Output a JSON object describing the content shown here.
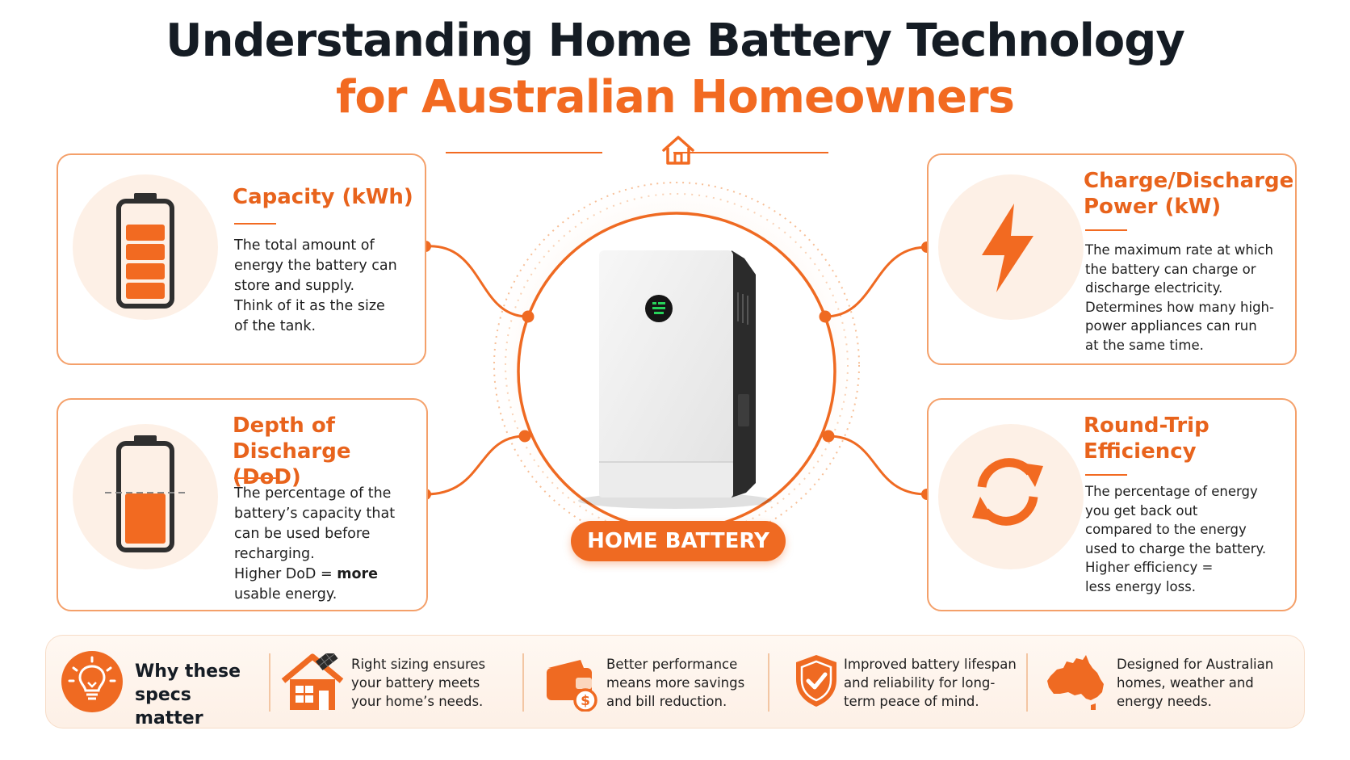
{
  "title": {
    "line1": "Understanding Home Battery Technology",
    "line2": "for Australian Homeowners"
  },
  "colors": {
    "accent": "#f26a21",
    "dark": "#151c24",
    "soft": "#fdf0e6"
  },
  "cards": {
    "capacity": {
      "icon": "battery-full-icon",
      "heading": "Capacity (kWh)",
      "lines": [
        "The total amount of",
        "energy the battery can",
        "store and supply.",
        "Think of it as the size",
        "of the tank."
      ]
    },
    "dod": {
      "icon": "battery-half-icon",
      "heading_line1": "Depth of Discharge",
      "heading_line2": "(DoD)",
      "lines": [
        "The percentage of the",
        "battery’s capacity that",
        "can be used before",
        "recharging."
      ],
      "line5_prefix": "Higher DoD = ",
      "line5_bold": "more",
      "line6": "usable energy."
    },
    "power": {
      "icon": "lightning-bolt-icon",
      "heading_line1": "Charge/Discharge",
      "heading_line2": "Power (kW)",
      "lines": [
        "The maximum rate at which",
        "the battery can charge or",
        "discharge electricity.",
        "Determines how many high-",
        "power appliances can run",
        "at the same time."
      ]
    },
    "efficiency": {
      "icon": "refresh-arrows-icon",
      "heading_line1": "Round-Trip",
      "heading_line2": "Efficiency",
      "lines": [
        "The percentage of energy",
        "you get back out",
        "compared to the energy",
        "used to charge the battery.",
        "Higher efficiency =",
        "less energy loss."
      ]
    }
  },
  "center": {
    "badge": "HOME BATTERY"
  },
  "footer": {
    "why_line1": "Why these",
    "why_line2": "specs matter",
    "items": [
      {
        "icon": "solar-house-icon",
        "lines": [
          "Right sizing ensures",
          "your battery meets",
          "your home’s needs."
        ]
      },
      {
        "icon": "wallet-savings-icon",
        "lines": [
          "Better performance",
          "means more savings",
          "and bill reduction."
        ]
      },
      {
        "icon": "shield-check-icon",
        "lines": [
          "Improved battery lifespan",
          "and reliability for long-",
          "term peace of mind."
        ]
      },
      {
        "icon": "australia-map-icon",
        "lines": [
          "Designed for Australian",
          "homes, weather and",
          "energy needs."
        ]
      }
    ]
  }
}
